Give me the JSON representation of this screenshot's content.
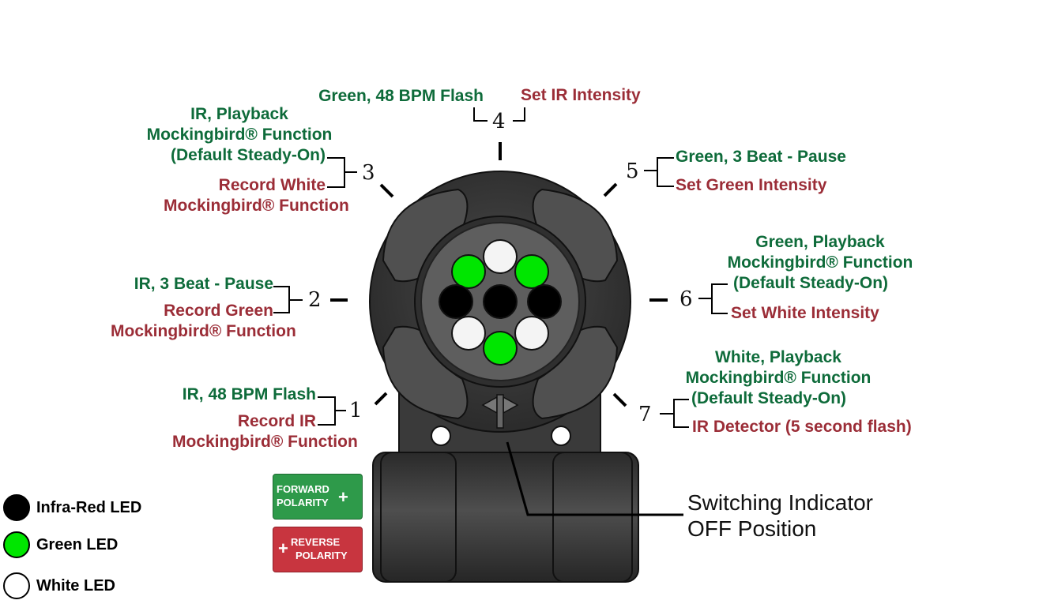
{
  "positions": [
    {
      "num": "1",
      "green": "IR, 48 BPM Flash",
      "red": "Record IR",
      "red_cont": "Mockingbird® Function"
    },
    {
      "num": "2",
      "green": "IR, 3 Beat - Pause",
      "red": "Record Green",
      "red_cont": "Mockingbird® Function"
    },
    {
      "num": "3",
      "green_lines": [
        "IR, Playback",
        "Mockingbird® Function",
        "(Default Steady-On)"
      ],
      "red": "Record White",
      "red_cont": "Mockingbird® Function"
    },
    {
      "num": "4",
      "green": "Green, 48 BPM Flash",
      "red": "Set IR Intensity"
    },
    {
      "num": "5",
      "green": "Green, 3 Beat - Pause",
      "red": "Set Green Intensity"
    },
    {
      "num": "6",
      "green_lines": [
        "Green, Playback",
        "Mockingbird® Function",
        "(Default Steady-On)"
      ],
      "red": "Set White Intensity"
    },
    {
      "num": "7",
      "green_lines": [
        "White, Playback",
        "Mockingbird® Function",
        "(Default Steady-On)"
      ],
      "red": "IR Detector (5 second flash)"
    }
  ],
  "switch_indicator": [
    "Switching Indicator",
    "OFF Position"
  ],
  "legend": [
    {
      "label": "Infra-Red LED",
      "color": "#000000"
    },
    {
      "label": "Green LED",
      "color": "#00e600"
    },
    {
      "label": "White LED",
      "color": "#ffffff"
    }
  ],
  "polarity": {
    "forward": [
      "FORWARD",
      "POLARITY"
    ],
    "reverse": [
      "REVERSE",
      "POLARITY"
    ],
    "forward_color": "#2e9a4a",
    "reverse_color": "#c8353f"
  },
  "led_array": [
    "white",
    "green",
    "green",
    "ir",
    "ir",
    "ir",
    "white",
    "white",
    "green"
  ],
  "colors": {
    "green_text": "#0e6b3a",
    "red_text": "#9b2d37",
    "body": "#3c3c3c"
  }
}
